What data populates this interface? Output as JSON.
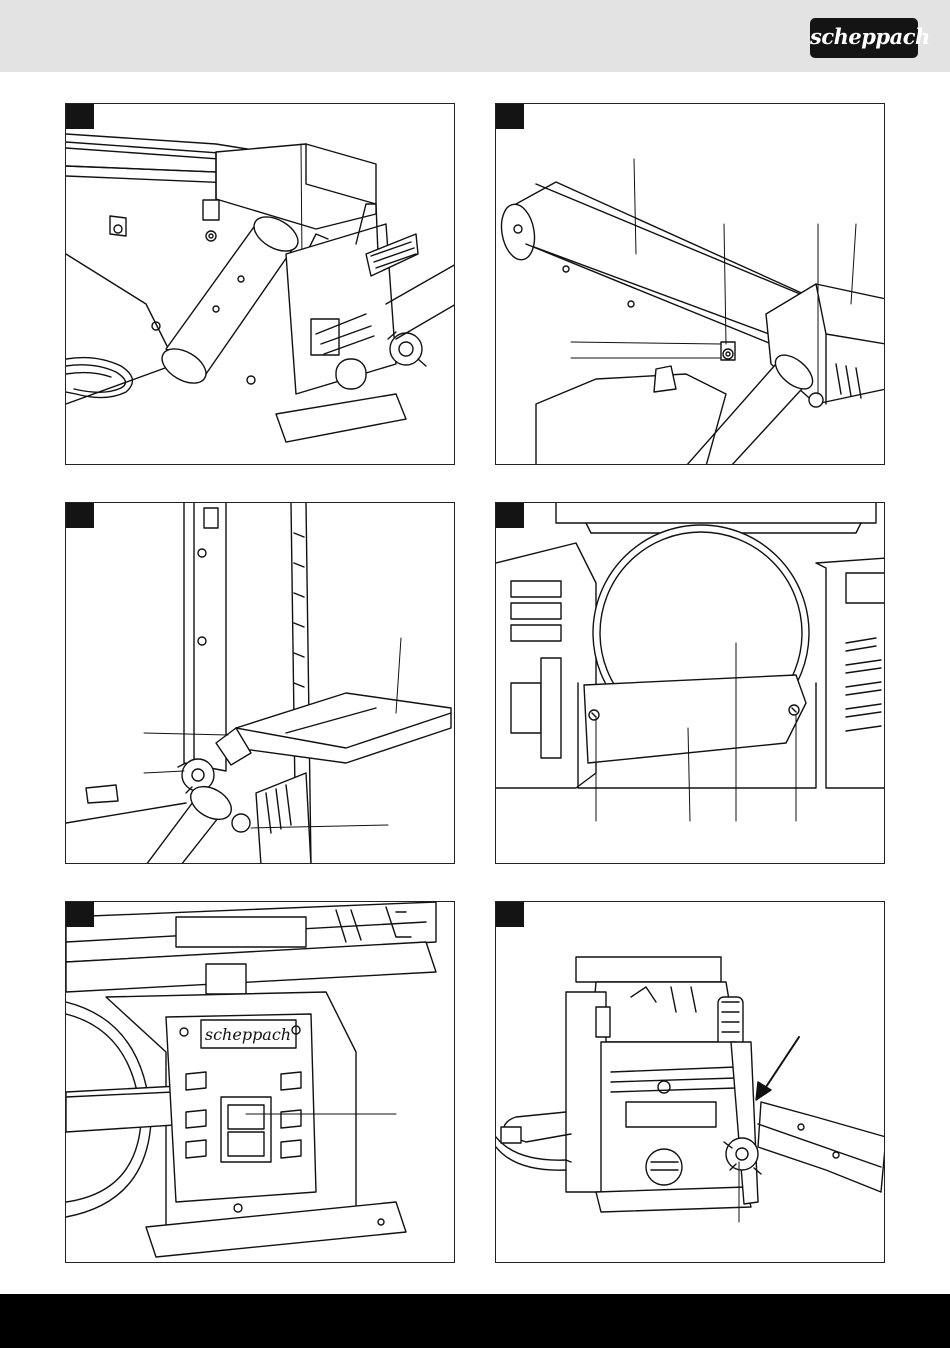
{
  "header": {
    "brand": "scheppach",
    "band_color": "#e3e3e3",
    "logo_color": "#141414"
  },
  "footer": {
    "band_color": "#000000"
  },
  "panels": [
    {
      "id": "figure-1",
      "badge": "",
      "subject": "belt arm with tensioning lever"
    },
    {
      "id": "figure-2",
      "badge": "",
      "subject": "sanding belt with tracking screw and cover"
    },
    {
      "id": "figure-3",
      "badge": "",
      "subject": "work table with locking knobs"
    },
    {
      "id": "figure-4",
      "badge": "",
      "subject": "sanding disc with cover and screws"
    },
    {
      "id": "figure-5",
      "badge": "",
      "subject": "on/off switch housing"
    },
    {
      "id": "figure-6",
      "badge": "",
      "subject": "side view with table angle adjustment"
    }
  ]
}
